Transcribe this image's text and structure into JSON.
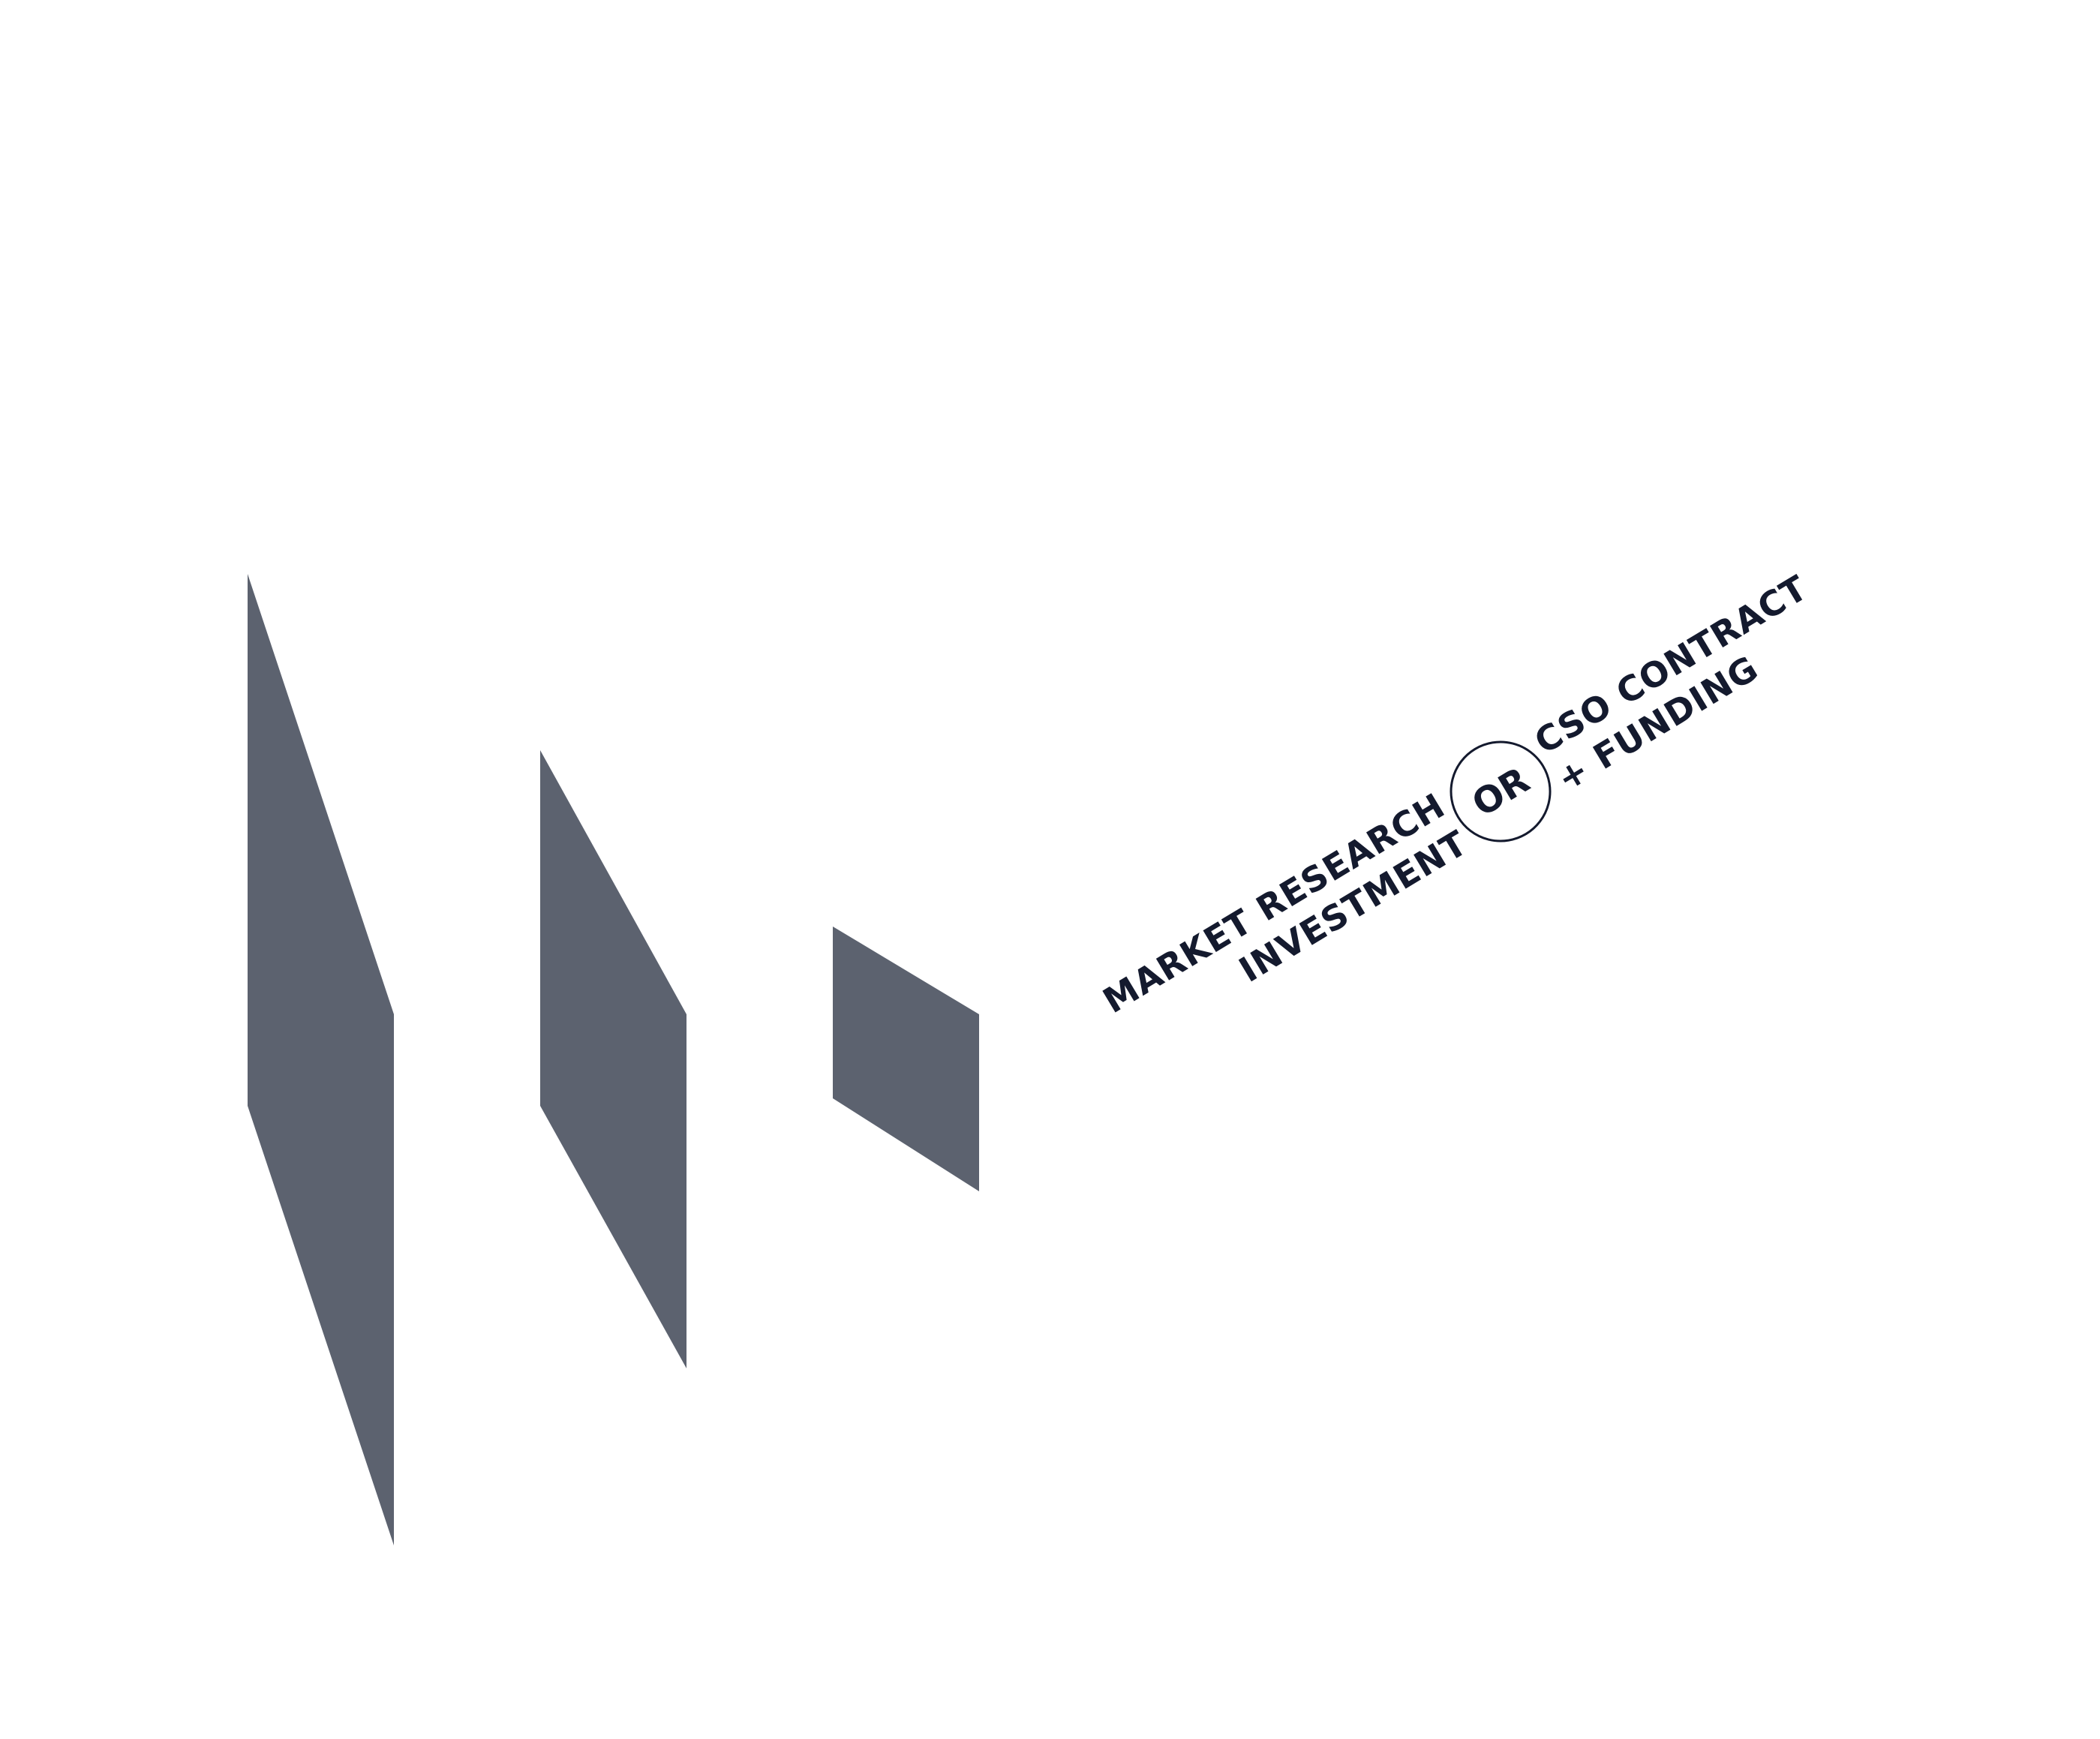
{
  "diagram": {
    "colors": {
      "panel": "#5c626f",
      "text": "#141a2e",
      "background": "#ffffff"
    },
    "left_option": {
      "line1": "MARKET RESEARCH",
      "line2": "INVESTMENT"
    },
    "separator": "OR",
    "right_option": {
      "line1": "CSO CONTRACT",
      "line2": "+ FUNDING"
    }
  }
}
